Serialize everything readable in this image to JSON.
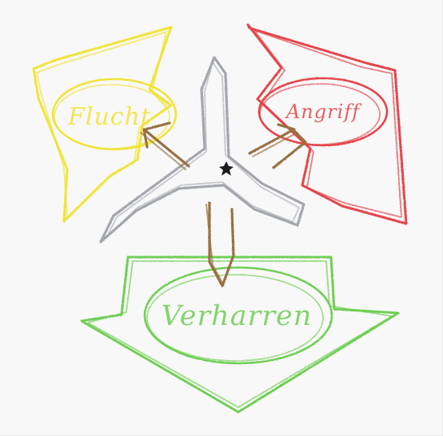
{
  "labels": {
    "flight": "Flucht",
    "attack": "Angriff",
    "freeze": "Verharren"
  },
  "colors": {
    "flight": "#f0e438",
    "attack": "#e4454b",
    "freeze": "#6fce55",
    "neutral": "#a3a6ab",
    "arrow": "#987042",
    "center": "#1d1d1d",
    "background": "#f8f8f8"
  }
}
